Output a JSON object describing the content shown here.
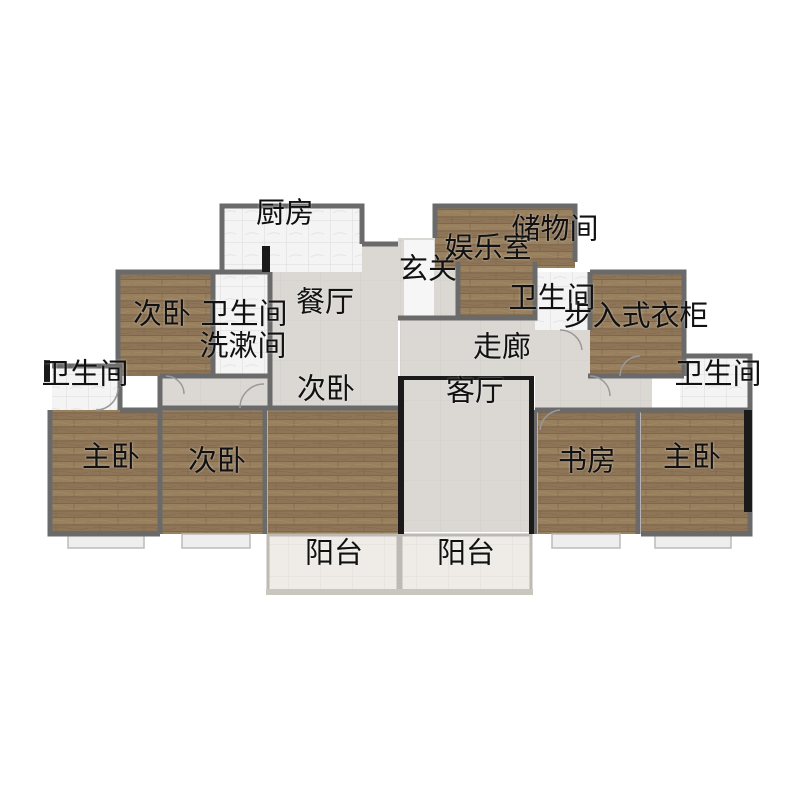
{
  "plan": {
    "rooms": [
      {
        "key": "kitchen",
        "label": "厨房"
      },
      {
        "key": "dining",
        "label": "餐厅"
      },
      {
        "key": "entry",
        "label": "玄关"
      },
      {
        "key": "storage",
        "label": "储物间"
      },
      {
        "key": "entertainment",
        "label": "娱乐室"
      },
      {
        "key": "bath-center",
        "label": "卫生间"
      },
      {
        "key": "walk-in-closet",
        "label": "步入式衣柜"
      },
      {
        "key": "secondary-bedroom-top",
        "label": "次卧"
      },
      {
        "key": "bath-top-left",
        "label": "卫生间"
      },
      {
        "key": "washroom",
        "label": "洗漱间"
      },
      {
        "key": "corridor",
        "label": "走廊"
      },
      {
        "key": "bath-far-left",
        "label": "卫生间"
      },
      {
        "key": "secondary-bedroom-mid",
        "label": "次卧"
      },
      {
        "key": "living-room",
        "label": "客厅"
      },
      {
        "key": "bath-far-right",
        "label": "卫生间"
      },
      {
        "key": "master-bedroom-left",
        "label": "主卧"
      },
      {
        "key": "secondary-bedroom-bottom",
        "label": "次卧"
      },
      {
        "key": "study",
        "label": "书房"
      },
      {
        "key": "master-bedroom-right",
        "label": "主卧"
      },
      {
        "key": "balcony-left",
        "label": "阳台"
      },
      {
        "key": "balcony-right",
        "label": "阳台"
      }
    ]
  },
  "colors": {
    "wood": "#8f7557",
    "tile": "#f3f3f3",
    "floor_gray": "#dad7d3",
    "balcony": "#eeebe6",
    "wall": "#555555"
  }
}
